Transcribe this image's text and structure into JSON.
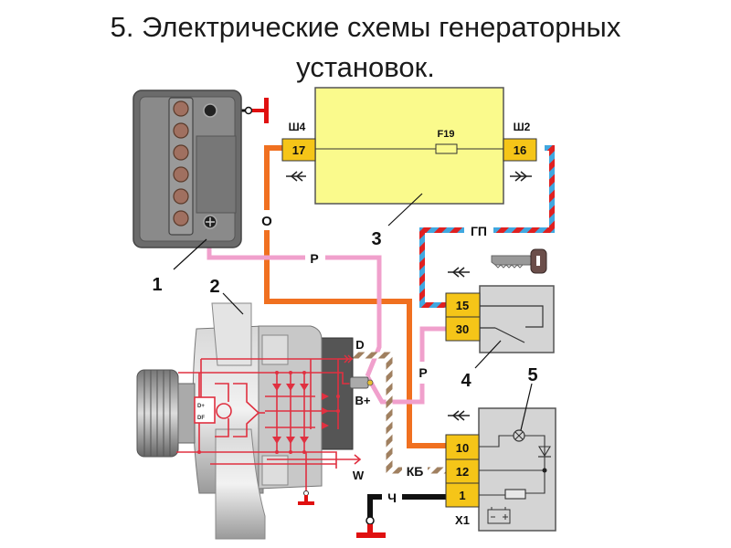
{
  "title": {
    "line1": "5. Электрические схемы генераторных",
    "line2": "установок."
  },
  "diagram": {
    "components": [
      {
        "number": "1",
        "name": "battery"
      },
      {
        "number": "2",
        "name": "generator"
      },
      {
        "number": "3",
        "name": "fuse-box"
      },
      {
        "number": "4",
        "name": "ignition-switch"
      },
      {
        "number": "5",
        "name": "charge-warning-lamp"
      }
    ],
    "fuse_box": {
      "left_connector": "Ш4",
      "left_pin": "17",
      "right_connector": "Ш2",
      "right_pin": "16",
      "fuse": "F19"
    },
    "ignition_switch": {
      "pins": [
        "15",
        "30"
      ]
    },
    "instrument_cluster": {
      "connector": "X1",
      "pins": [
        "10",
        "12",
        "1"
      ]
    },
    "generator_terminals": {
      "d": "D",
      "b_plus": "B+",
      "w": "W"
    },
    "regulator_labels": {
      "d_plus": "D+",
      "df": "DF"
    },
    "wire_colors": {
      "o": "О",
      "r1": "Р",
      "r2": "Р",
      "gp": "ГП",
      "kb": "КБ",
      "ch": "Ч"
    },
    "colors": {
      "fuse_box": "#fafa8c",
      "pin_block": "#f5c518",
      "orange_wire": "#f07020",
      "pink_wire": "#f0a0cc",
      "ground": "#e01010",
      "schematic": "#e03040",
      "battery_body": "#6b6b6b",
      "cluster_body": "#d4d4d4"
    }
  }
}
